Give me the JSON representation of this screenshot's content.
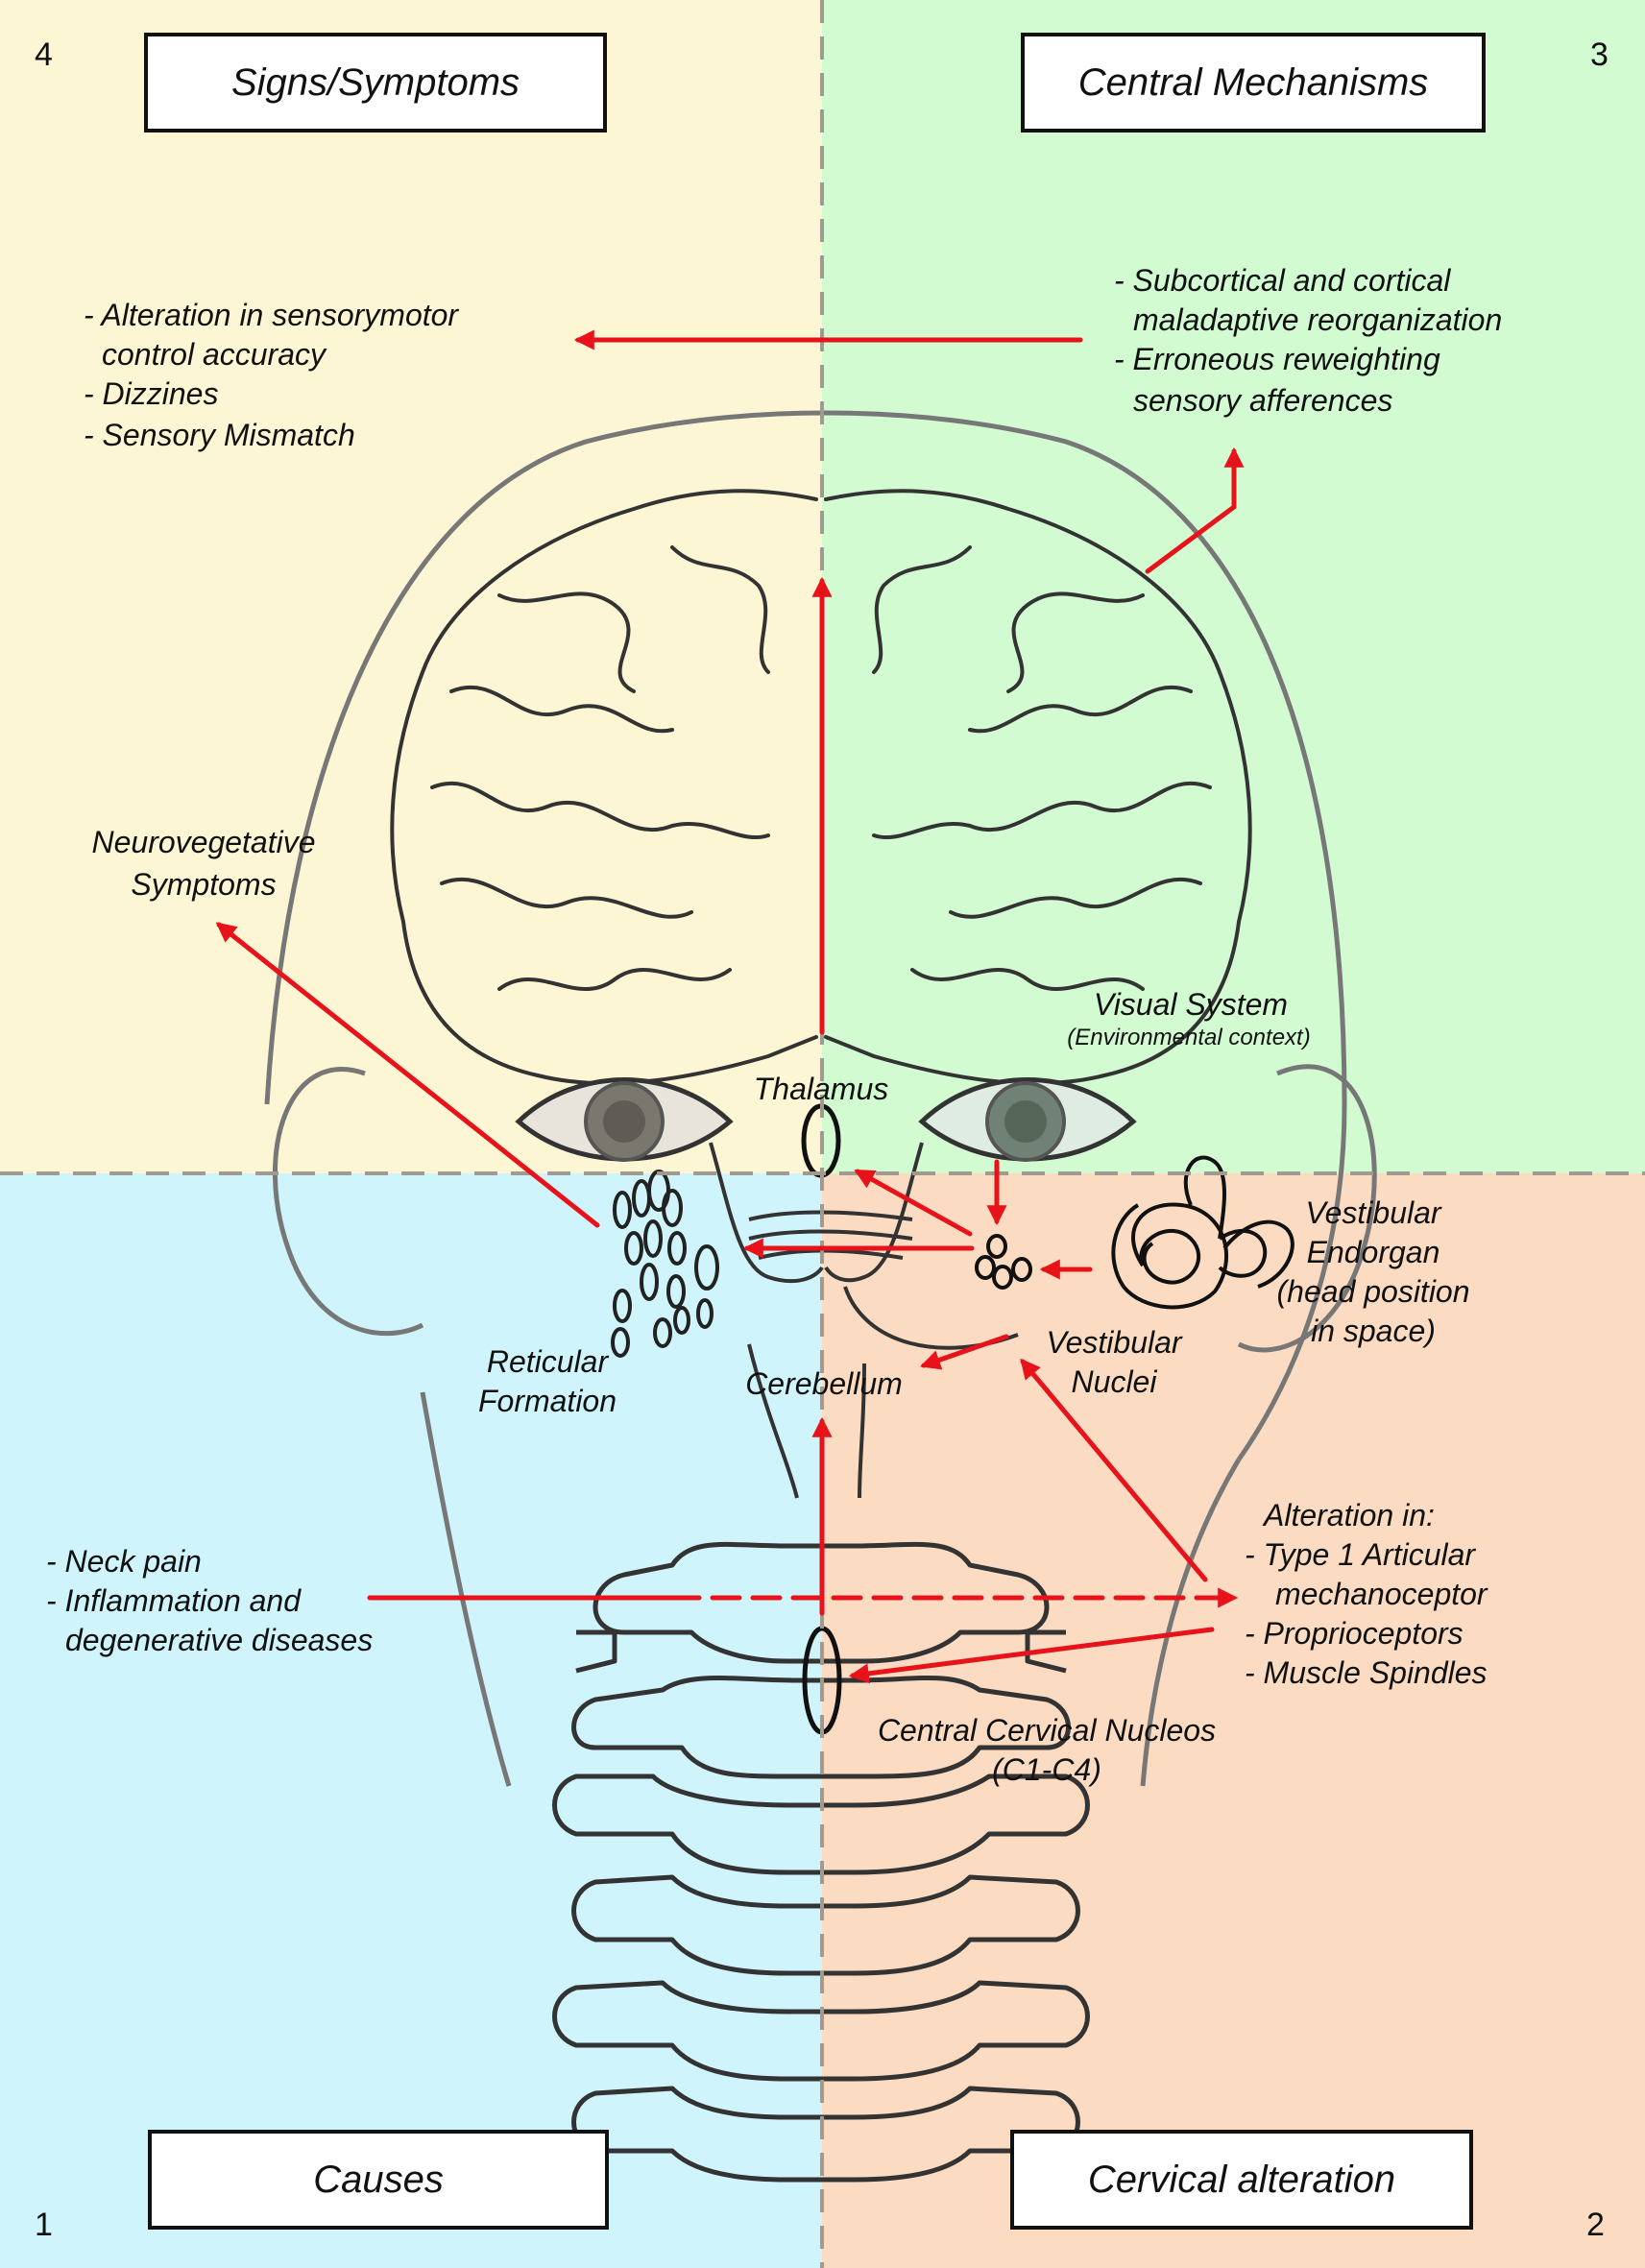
{
  "quadrants": {
    "q4": {
      "number": "4",
      "title": "Signs/Symptoms",
      "color": "#fdf6d4"
    },
    "q3": {
      "number": "3",
      "title": "Central Mechanisms",
      "color": "#d2fbd2"
    },
    "q1": {
      "number": "1",
      "title": "Causes",
      "color": "#cff4fb"
    },
    "q2": {
      "number": "2",
      "title": "Cervical alteration",
      "color": "#fbdcc3"
    }
  },
  "signs_list": [
    "- Alteration in sensorymotor",
    "control accuracy",
    "- Dizzines",
    "- Sensory Mismatch"
  ],
  "central_list": [
    "- Subcortical and cortical",
    "maladaptive reorganization",
    "- Erroneous reweighting",
    "sensory afferences"
  ],
  "neurovegetative": [
    "Neurovegetative",
    "Symptoms"
  ],
  "visual_system": {
    "title": "Visual System",
    "subtitle": "(Environmental context)"
  },
  "thalamus": "Thalamus",
  "vestibular_endorgan": [
    "Vestibular",
    "Endorgan",
    "(head position",
    "in space)"
  ],
  "vestibular_nuclei": [
    "Vestibular",
    "Nuclei"
  ],
  "reticular_formation": [
    "Reticular",
    "Formation"
  ],
  "cerebellum": "Cerebellum",
  "causes_list": [
    "- Neck pain",
    "- Inflammation and",
    "degenerative diseases"
  ],
  "alteration_list": [
    "Alteration in:",
    "- Type 1 Articular",
    "mechanoceptor",
    "- Proprioceptors",
    "- Muscle Spindles"
  ],
  "cervical_nucleus": [
    "Central Cervical Nucleos",
    "(C1-C4)"
  ],
  "colors": {
    "arrow": "#e8121a",
    "line": "#222222",
    "divider": "#a09a90"
  }
}
